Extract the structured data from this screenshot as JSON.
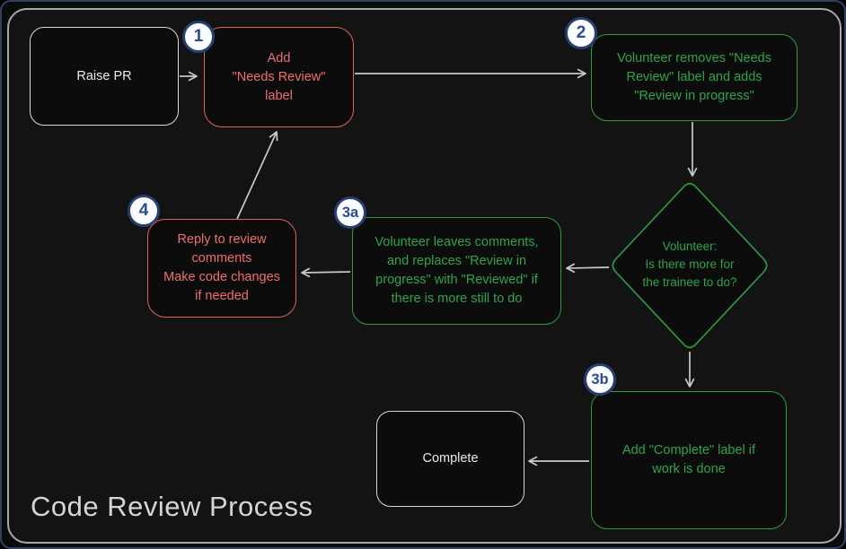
{
  "title": "Code Review Process",
  "colors": {
    "background": "#131314",
    "frame_border": "#a9a9a9",
    "red_node": "#dd6361",
    "red_text": "#ee6f6d",
    "green_node": "#2d9c44",
    "green_text": "#31a24b",
    "white_node": "#d8d8d8",
    "arrow": "#c8c8c8",
    "badge_border": "#27406f",
    "badge_text": "#2a4d8f",
    "badge_fill": "#fbfcff"
  },
  "nodes": {
    "raise_pr": {
      "label": "Raise PR"
    },
    "step1": {
      "badge": "1",
      "text": "Add\n\"Needs Review\"\nlabel"
    },
    "step2": {
      "badge": "2",
      "text": "Volunteer removes \"Needs\nReview\" label and adds\n\"Review in progress\""
    },
    "decision": {
      "text": "Volunteer:\nIs there more for\nthe trainee to do?"
    },
    "step3a": {
      "badge": "3a",
      "text": "Volunteer leaves comments,\nand replaces \"Review in\nprogress\" with \"Reviewed\" if\nthere is more still to do"
    },
    "step4": {
      "badge": "4",
      "text": "Reply to review\ncomments\nMake code changes\nif needed"
    },
    "step3b": {
      "badge": "3b",
      "text": "Add \"Complete\" label if\nwork is done"
    },
    "complete": {
      "label": "Complete"
    }
  }
}
